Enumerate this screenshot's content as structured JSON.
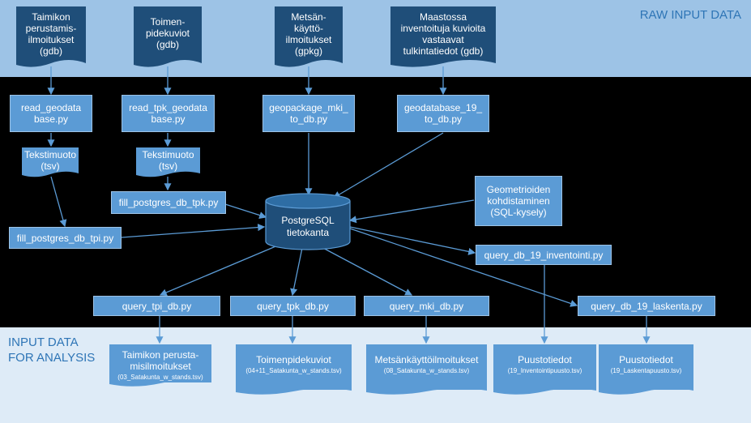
{
  "bands": {
    "raw_title": "RAW INPUT DATA",
    "analysis_title": "INPUT DATA\nFOR ANALYSIS"
  },
  "inputs": [
    {
      "label": "Taimikon\nperustamis-\nilmoitukset\n(gdb)"
    },
    {
      "label": "Toimen-\npidekuviot\n(gdb)"
    },
    {
      "label": "Metsän-\nkäyttö-\nilmoitukset\n(gpkg)"
    },
    {
      "label": "Maastossa\ninventoituja kuvioita\nvastaavat\ntulkintatiedot (gdb)"
    }
  ],
  "scripts": {
    "read_geodatabase": "read_geodata\nbase.py",
    "read_tpk_geodatabase": "read_tpk_geodata\nbase.py",
    "geopackage_mki": "geopackage_mki_\nto_db.py",
    "geodatabase_19": "geodatabase_19_\nto_db.py",
    "text_format_1": "Tekstimuoto\n(tsv)",
    "text_format_2": "Tekstimuoto\n(tsv)",
    "fill_tpk": "fill_postgres_db_tpk.py",
    "fill_tpi": "fill_postgres_db_tpi.py",
    "geometry": "Geometrioiden\nkohdistaminen\n(SQL-kysely)",
    "query_inventointi": "query_db_19_inventointi.py",
    "query_tpi": "query_tpi_db.py",
    "query_tpk": "query_tpk_db.py",
    "query_mki": "query_mki_db.py",
    "query_laskenta": "query_db_19_laskenta.py"
  },
  "database": {
    "label": "PostgreSQL\ntietokanta"
  },
  "outputs": [
    {
      "title": "Taimikon perusta-\nmisilmoitukset",
      "file": "(03_Satakunta_w_stands.tsv)"
    },
    {
      "title": "Toimenpidekuviot",
      "file": "(04+11_Satakunta_w_stands.tsv)"
    },
    {
      "title": "Metsänkäyttöilmoitukset",
      "file": "(08_Satakunta_w_stands.tsv)"
    },
    {
      "title": "Puustotiedot",
      "file": "(19_Inventointipuusto.tsv)"
    },
    {
      "title": "Puustotiedot",
      "file": "(19_Laskentapuusto.tsv)"
    }
  ],
  "colors": {
    "raw_band": "#9dc3e6",
    "analysis_band": "#deebf7",
    "dark_doc": "#1f4e79",
    "box": "#5b9bd5",
    "arrow": "#5b9bd5"
  }
}
